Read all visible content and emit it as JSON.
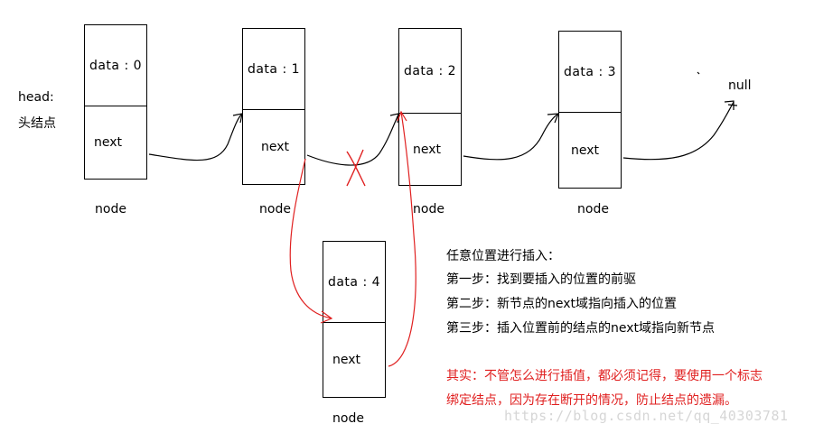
{
  "head": {
    "line1": "head:",
    "line2": "头结点"
  },
  "nodes": [
    {
      "data": "data : 0",
      "next": "next",
      "caption": "node"
    },
    {
      "data": "data : 1",
      "next": "next",
      "caption": "node"
    },
    {
      "data": "data : 2",
      "next": "next",
      "caption": "node"
    },
    {
      "data": "data : 3",
      "next": "next",
      "caption": "node"
    },
    {
      "data": "data : 4",
      "next": "next",
      "caption": "node"
    }
  ],
  "null_label": "null",
  "steps": [
    "任意位置进行插入：",
    "第一步：找到要插入的位置的前驱",
    "第二步：新节点的next域指向插入的位置",
    "第三步：插入位置前的结点的next域指向新节点"
  ],
  "note": [
    "其实：不管怎么进行插值，都必须记得，要使用一个标志",
    "绑定结点，因为存在断开的情况，防止结点的遗漏。"
  ],
  "watermark": "https://blog.csdn.net/qq_40303781",
  "colors": {
    "line": "#000000",
    "insert": "#e02020",
    "watermark": "#d6d6d6"
  }
}
